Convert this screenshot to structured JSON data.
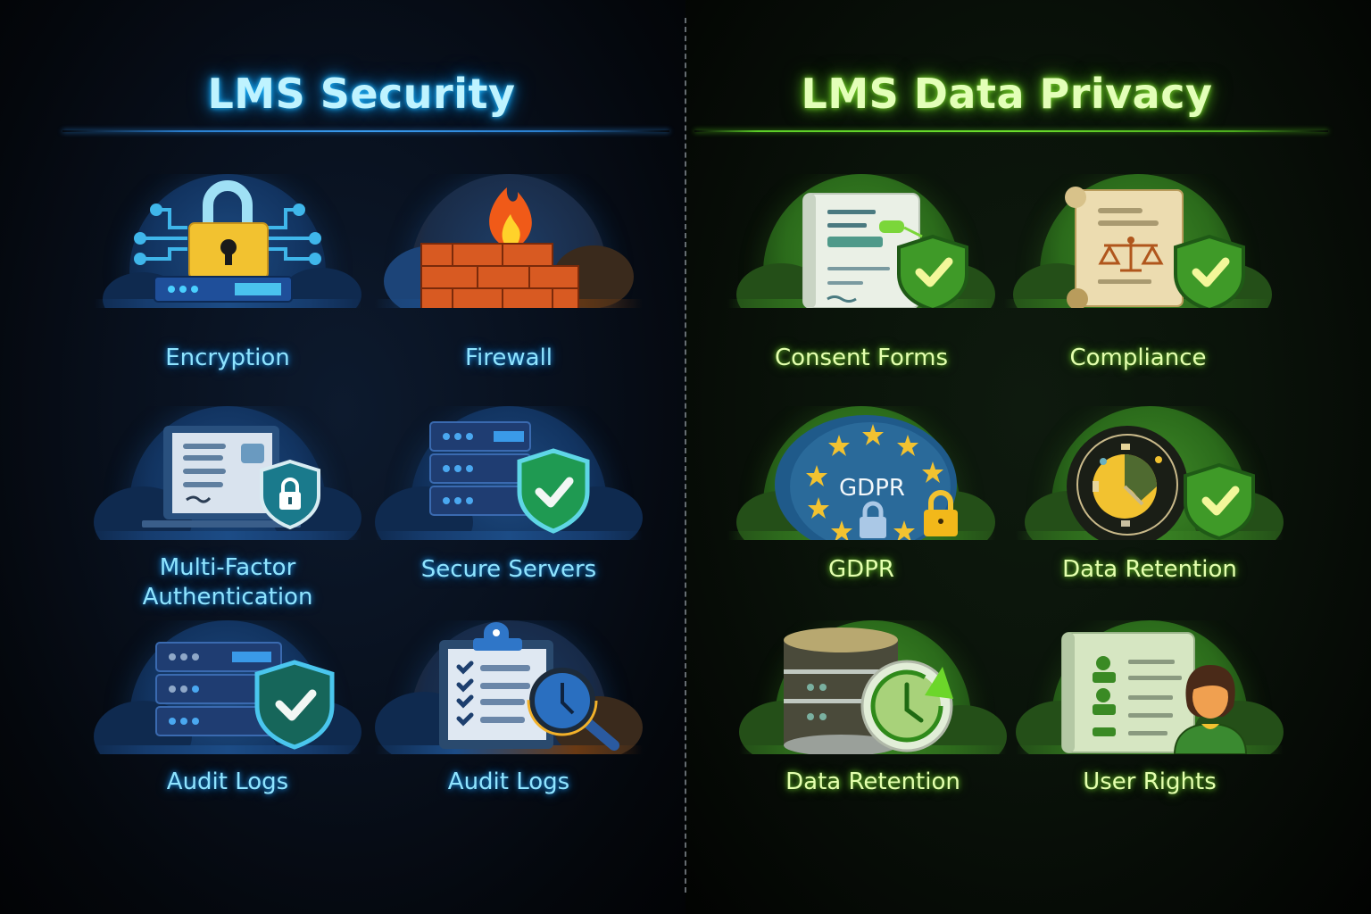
{
  "security": {
    "title": "LMS Security",
    "accent_color": "#2a9cf0",
    "items": [
      {
        "label": "Encryption",
        "icon": "padlock-circuit-icon"
      },
      {
        "label": "Firewall",
        "icon": "brick-wall-flame-icon"
      },
      {
        "label": "Multi-Factor\nAuthentication",
        "label_line1": "Multi-Factor",
        "label_line2": "Authentication",
        "icon": "laptop-shield-lock-icon"
      },
      {
        "label": "Secure Servers",
        "icon": "server-stack-shield-check-icon"
      },
      {
        "label": "Audit Logs",
        "icon": "server-stack-shield-check-icon"
      },
      {
        "label": "Audit Logs",
        "icon": "clipboard-checklist-magnifier-icon"
      }
    ]
  },
  "privacy": {
    "title": "LMS Data Privacy",
    "accent_color": "#5ccf28",
    "items": [
      {
        "label": "Consent Forms",
        "icon": "document-shield-check-icon"
      },
      {
        "label": "Compliance",
        "icon": "scroll-scales-shield-icon"
      },
      {
        "label": "GDPR",
        "icon": "eu-stars-gdpr-padlock-icon",
        "badge_text": "GDPR"
      },
      {
        "label": "Data Retention",
        "icon": "clock-shield-check-icon"
      },
      {
        "label": "Data Retention",
        "icon": "database-clock-arrow-icon"
      },
      {
        "label": "User Rights",
        "icon": "document-user-profile-icon"
      }
    ]
  }
}
